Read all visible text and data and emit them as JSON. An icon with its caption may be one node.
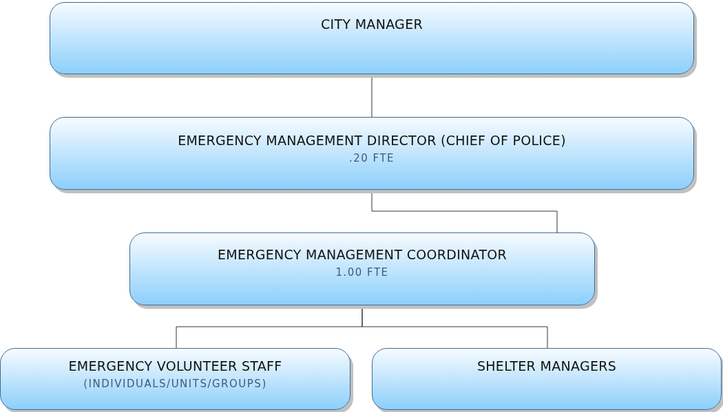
{
  "diagram": {
    "nodes": [
      {
        "text": [
          "CITY MANAGER"
        ]
      },
      {
        "text": [
          "EMERGENCY MANAGEMENT DIRECTOR (CHIEF OF POLICE)",
          ".20 FTE"
        ]
      },
      {
        "text": [
          "EMERGENCY MANAGEMENT COORDINATOR",
          "1.00 FTE"
        ]
      },
      {
        "text": [
          "EMERGENCY VOLUNTEER STAFF",
          "(INDIVIDUALS/UNITS/GROUPS)"
        ]
      },
      {
        "text": [
          "SHELTER MANAGERS"
        ]
      }
    ],
    "edges": [
      {
        "from": 0,
        "to": 1,
        "arrow": "none"
      },
      {
        "from": 1,
        "to": 2,
        "arrow": "none"
      },
      {
        "from": 2,
        "to": 3,
        "arrow": "none"
      },
      {
        "from": 2,
        "to": 4,
        "arrow": "none"
      }
    ]
  }
}
